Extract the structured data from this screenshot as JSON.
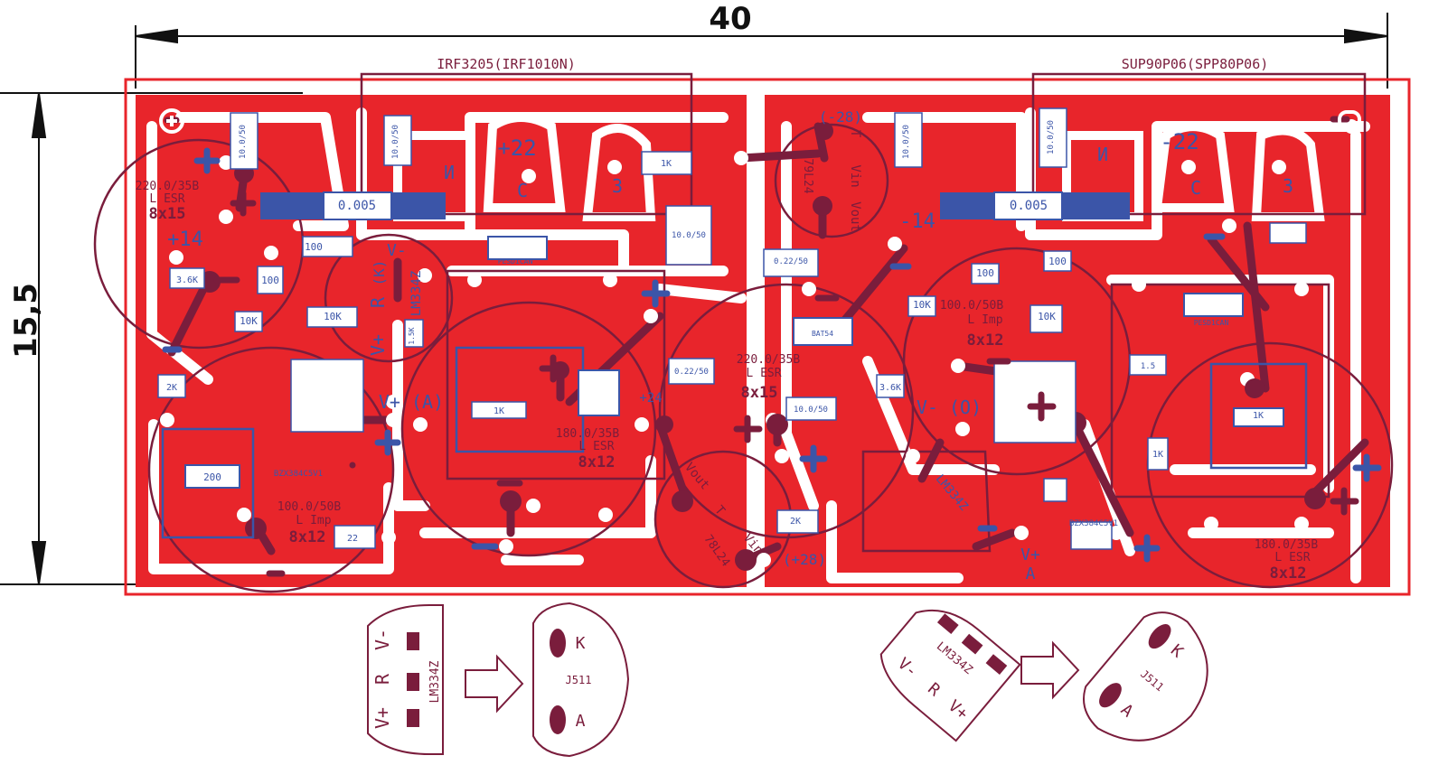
{
  "dimensions": {
    "width_label": "40",
    "height_label": "15,5"
  },
  "transistors": {
    "left": "IRF3205(IRF1010N)",
    "right": "SUP90P06(SPP80P06)"
  },
  "power": {
    "plus_22": "+22",
    "minus_22": "-22",
    "plus_14": "+14",
    "minus_14": "-14",
    "plus_24": "+24",
    "plus_28": "(+28)",
    "minus_28": "(-28)"
  },
  "pins": {
    "i": "И",
    "c": "С",
    "z": "З"
  },
  "shunt": {
    "left": "0.005",
    "right": "0.005"
  },
  "caps": {
    "c220_left": "220.0/35B",
    "lesr": "L ESR",
    "size_8x15": "8x15",
    "c100_50": "100.0/50B",
    "limp": "L Imp",
    "size_8x12": "8x12",
    "c180": "180.0/35B",
    "c220_center": "220.0/35B",
    "c10_50": "10.0/50",
    "c022": "0.22/50",
    "c15": "1.5"
  },
  "resistors": {
    "r100": "100",
    "r36k": "3.6K",
    "r10k": "10K",
    "r1k": "1K",
    "r2k": "2K",
    "r200": "200",
    "r22": "22",
    "r15k": "1.5K"
  },
  "ics": {
    "lm334z": "LM334Z",
    "l78": "78L24",
    "l79": "79L24",
    "bat": "BAT54",
    "pesd": "PESD1CAN",
    "bzx": "BZX384C5V1"
  },
  "labels": {
    "vplus": "V+",
    "vminus": "V-",
    "r": "R",
    "va": "V+ (A)",
    "vo": "V- (O)",
    "vin": "Vin",
    "vout": "Vout",
    "t": "T",
    "k_bracket": "(K)",
    "k": "K",
    "a": "A",
    "j511": "J511"
  },
  "colors": {
    "copper": "#e8252b",
    "silk": "#7a1d3c",
    "blue": "#3b55a8",
    "hole": "#ffffff"
  }
}
